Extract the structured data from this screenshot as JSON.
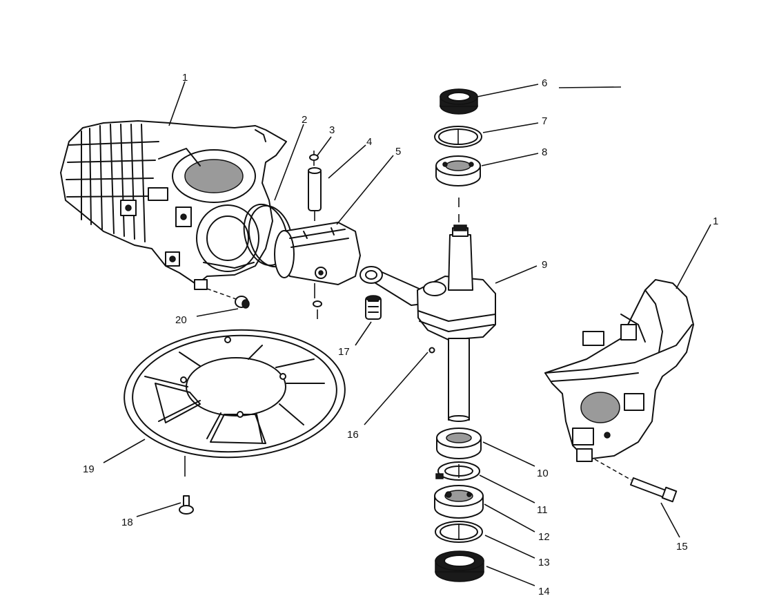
{
  "callouts": [
    {
      "id": "c1a",
      "text": "1"
    },
    {
      "id": "c1b",
      "text": "1"
    },
    {
      "id": "c2",
      "text": "2"
    },
    {
      "id": "c3",
      "text": "3"
    },
    {
      "id": "c4",
      "text": "4"
    },
    {
      "id": "c5",
      "text": "5"
    },
    {
      "id": "c6",
      "text": "6"
    },
    {
      "id": "c7",
      "text": "7"
    },
    {
      "id": "c8",
      "text": "8"
    },
    {
      "id": "c9",
      "text": "9"
    },
    {
      "id": "c10",
      "text": "10"
    },
    {
      "id": "c11",
      "text": "11"
    },
    {
      "id": "c12",
      "text": "12"
    },
    {
      "id": "c13",
      "text": "13"
    },
    {
      "id": "c14",
      "text": "14"
    },
    {
      "id": "c15",
      "text": "15"
    },
    {
      "id": "c16",
      "text": "16"
    },
    {
      "id": "c17",
      "text": "17"
    },
    {
      "id": "c18",
      "text": "18"
    },
    {
      "id": "c19",
      "text": "19"
    },
    {
      "id": "c20",
      "text": "20"
    }
  ],
  "colors": {
    "ink": "#111111",
    "paper": "#ffffff",
    "shade": "#9a9a9a"
  }
}
